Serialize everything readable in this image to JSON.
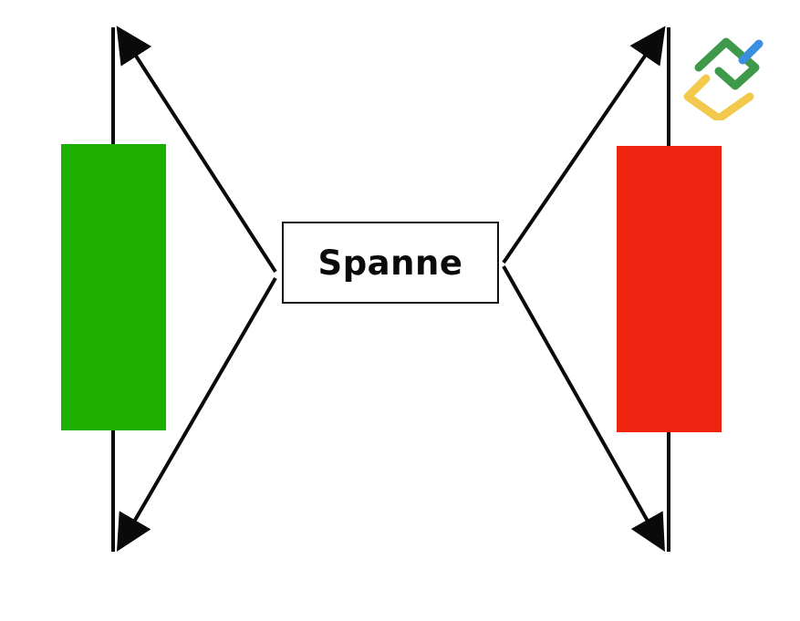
{
  "label": {
    "text": "Spanne"
  },
  "colors": {
    "bullish_candle": "#1db000",
    "bearish_candle": "#ee2410",
    "lines": "#0a0a0a",
    "logo_green": "#3e9a4a",
    "logo_blue": "#3a8fe0",
    "logo_yellow": "#f2c94c"
  },
  "elements": {
    "left_candle": "bullish",
    "right_candle": "bearish",
    "logo_icon": "brand-logo-icon"
  }
}
